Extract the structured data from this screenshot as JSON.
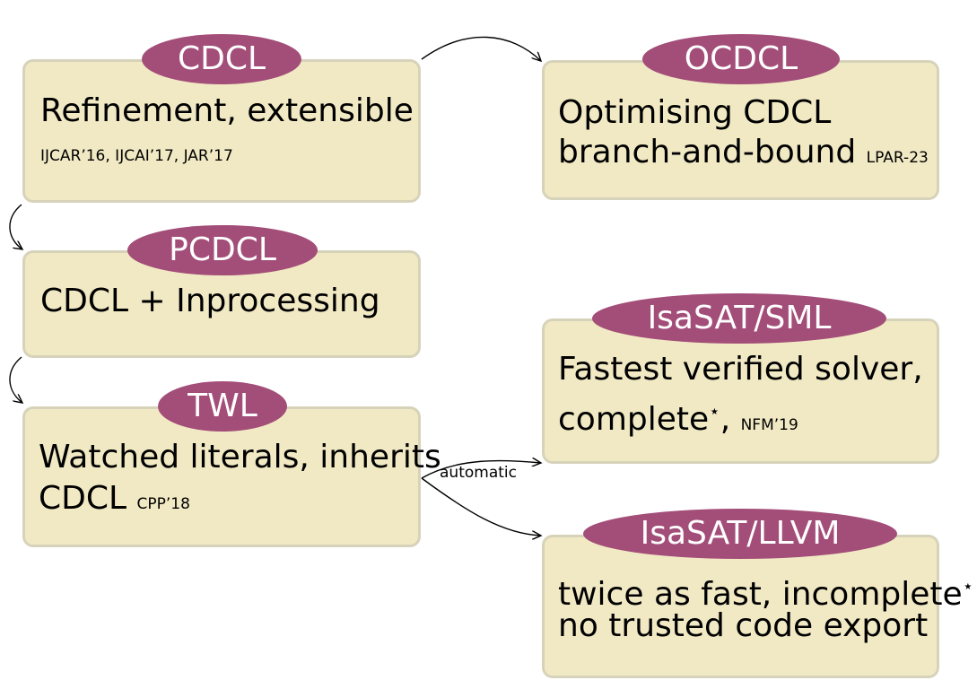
{
  "nodes": {
    "cdcl": {
      "title": "CDCL",
      "line1": "Refinement, extensible",
      "cite": "IJCAR’16, IJCAI’17, JAR’17"
    },
    "ocdcl": {
      "title": "OCDCL",
      "line1": "Optimising CDCL",
      "line2": "branch-and-bound",
      "cite": "LPAR-23"
    },
    "pcdcl": {
      "title": "PCDCL",
      "line1": "CDCL + Inprocessing"
    },
    "twl": {
      "title": "TWL",
      "line1": "Watched literals, inherits",
      "line2": "CDCL",
      "cite": "CPP’18"
    },
    "isasat_sml": {
      "title": "IsaSAT/SML",
      "line1": "Fastest verified solver,",
      "line2": "complete",
      "star": "⋆",
      "comma": ",",
      "cite": "NFM’19"
    },
    "isasat_llvm": {
      "title": "IsaSAT/LLVM",
      "line1": "twice as fast, incomplete",
      "star": "⋆",
      "line2": "no trusted code export"
    }
  },
  "edges": {
    "twl_to_sml_label": "automatic"
  },
  "colors": {
    "box_fill": "#f1e9c4",
    "box_border": "#d7d3ba",
    "pill_fill": "#a34d79",
    "pill_text": "#ffffff"
  }
}
